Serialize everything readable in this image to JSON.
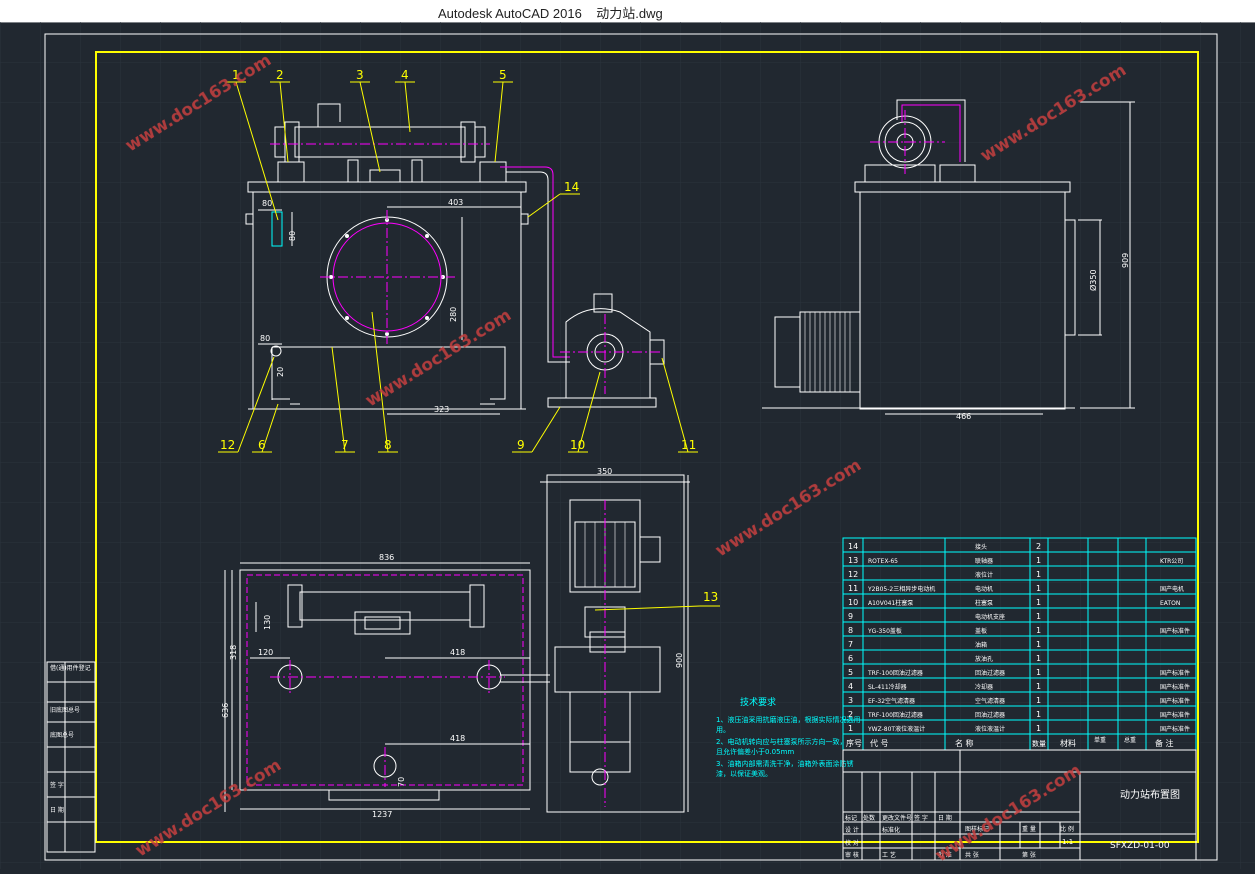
{
  "window": {
    "title": "Autodesk AutoCAD 2016    动力站.dwg"
  },
  "watermark": "www.doc163.com",
  "balloons": [
    "1",
    "2",
    "3",
    "4",
    "5",
    "14",
    "12",
    "6",
    "7",
    "8",
    "9",
    "10",
    "11",
    "13"
  ],
  "dimensions": {
    "d403": "403",
    "d80a": "80",
    "d80b": "80",
    "d80c": "80",
    "d20": "20",
    "d280": "280",
    "d323": "323",
    "d909": "909",
    "d350dia": "Ø350",
    "d466": "466",
    "d836": "836",
    "d130": "130",
    "d318": "318",
    "d636": "636",
    "d120": "120",
    "d418a": "418",
    "d418b": "418",
    "d1237": "1237",
    "d70": "70",
    "d350": "350",
    "d900": "900"
  },
  "bom": {
    "rows": [
      {
        "no": "14",
        "code": "",
        "name": "接头",
        "qty": "2",
        "note": ""
      },
      {
        "no": "13",
        "code": "ROTEX-65",
        "name": "联轴器",
        "qty": "1",
        "note": "KTR公司"
      },
      {
        "no": "12",
        "code": "",
        "name": "液位计",
        "qty": "1",
        "note": ""
      },
      {
        "no": "11",
        "code": "Y2B05-2三相异步电动机",
        "name": "电动机",
        "qty": "1",
        "note": "国产电机"
      },
      {
        "no": "10",
        "code": "A10V041柱塞泵",
        "name": "柱塞泵",
        "qty": "1",
        "note": "EATON"
      },
      {
        "no": "9",
        "code": "",
        "name": "电动机支座",
        "qty": "1",
        "note": ""
      },
      {
        "no": "8",
        "code": "YG-350盖板",
        "name": "盖板",
        "qty": "1",
        "note": "国产标准件"
      },
      {
        "no": "7",
        "code": "",
        "name": "油箱",
        "qty": "1",
        "note": ""
      },
      {
        "no": "6",
        "code": "",
        "name": "放油孔",
        "qty": "1",
        "note": ""
      },
      {
        "no": "5",
        "code": "TRF-100回油过滤器",
        "name": "回油过滤器",
        "qty": "1",
        "note": "国产标准件"
      },
      {
        "no": "4",
        "code": "SL-411冷却器",
        "name": "冷却器",
        "qty": "1",
        "note": "国产标准件"
      },
      {
        "no": "3",
        "code": "EF-32空气滤清器",
        "name": "空气滤清器",
        "qty": "1",
        "note": "国产标准件"
      },
      {
        "no": "2",
        "code": "TRF-100回油过滤器",
        "name": "回油过滤器",
        "qty": "1",
        "note": "国产标准件"
      },
      {
        "no": "1",
        "code": "YWZ-80T液位液温计",
        "name": "液位液温计",
        "qty": "1",
        "note": "国产标准件"
      }
    ],
    "header": {
      "seq": "序号",
      "code": "代 号",
      "name": "名 称",
      "qty": "数量",
      "material": "材料",
      "unit_w": "单重",
      "total_w": "总重",
      "remark": "备 注"
    }
  },
  "title_block": {
    "drawing_title": "动力站布置图",
    "drawing_no": "SFXZD-01-00",
    "scale": "1:1",
    "labels": [
      "标记",
      "处数",
      "更改文件号",
      "签 字",
      "日 期",
      "设 计",
      "标准化",
      "校 对",
      "审 核",
      "工 艺",
      "批 准",
      "图样标记",
      "重 量",
      "比 例",
      "共 张",
      "第 张"
    ]
  },
  "tech_req": {
    "title": "技术要求",
    "lines": [
      "1、液压油采用抗磨液压油，根据实际情况选用",
      "用。",
      "2、电动机转向应与柱塞泵所示方向一致，",
      "且允许偏差小于0.05mm",
      "3、油箱内部需清洗干净，油箱外表面涂防锈",
      "漆，以保证美观。"
    ]
  },
  "left_strip": [
    "借(通)用件登记",
    "旧底图总号",
    "底图总号",
    "签 字",
    "日 期"
  ],
  "colors": {
    "background": "#212830",
    "frame": "#ffff00",
    "border": "#ffffff",
    "dim": "#ffffff",
    "center": "#ff00ff",
    "watermark": "#c84040",
    "tech": "#00ffff",
    "table": "#00ffff"
  }
}
